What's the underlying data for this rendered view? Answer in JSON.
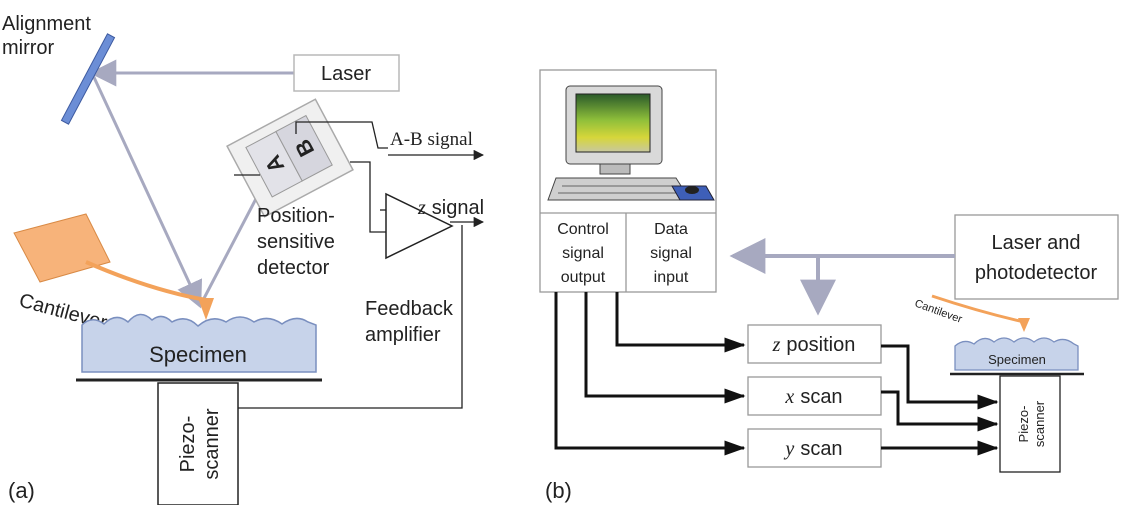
{
  "panel_a": {
    "panel_label": "(a)",
    "alignment_mirror": [
      "Alignment",
      "mirror"
    ],
    "laser": "Laser",
    "detector_a": "A",
    "detector_b": "B",
    "ab_signal": "A-B signal",
    "z_signal_var": "z",
    "z_signal_word": "signal",
    "detector_label": [
      "Position-",
      "sensitive",
      "detector"
    ],
    "cantilever": "Cantilever",
    "specimen": "Specimen",
    "feedback_amplifier": [
      "Feedback",
      "amplifier"
    ],
    "piezo_scanner": [
      "Piezo-",
      "scanner"
    ]
  },
  "panel_b": {
    "panel_label": "(b)",
    "control_signal_output": [
      "Control",
      "signal",
      "output"
    ],
    "data_signal_input": [
      "Data",
      "signal",
      "input"
    ],
    "laser_photodetector": [
      "Laser and",
      "photodetector"
    ],
    "z_position_var": "z",
    "z_position_word": "position",
    "x_scan_var": "x",
    "x_scan_word": "scan",
    "y_scan_var": "y",
    "y_scan_word": "scan",
    "cantilever": "Cantilever",
    "specimen": "Specimen",
    "piezo_scanner": [
      "Piezo-",
      "scanner"
    ]
  },
  "colors": {
    "beam": "#a7a9c0",
    "cantilever": "#f3a25a",
    "specimen": "#c7d3ea",
    "mirror": "#6c8ed6",
    "wire": "#222222"
  }
}
